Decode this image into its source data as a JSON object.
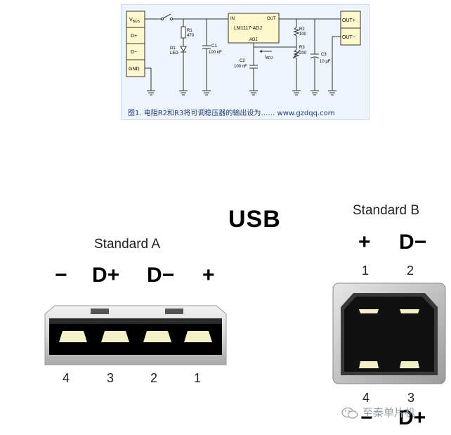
{
  "schematic": {
    "vbus": "V",
    "vbus_sub": "BUS",
    "d_plus": "D+",
    "d_minus": "D−",
    "gnd": "GND",
    "out_plus": "OUT+",
    "out_minus": "OUT−",
    "r1": "R1",
    "r1_val": "470",
    "d1": "D1",
    "d1_val": "LED",
    "c1": "C1",
    "c1_val": "100 nF",
    "ic_in": "IN",
    "ic_out": "OUT",
    "ic_name": "LM1117-ADJ",
    "ic_adj": "ADJ",
    "r2": "R2",
    "r2_val": "100",
    "r3": "R3",
    "r3_val": "200",
    "c2": "C2",
    "c2_val": "100 nF",
    "c3": "C3",
    "c3_val": "10 μF",
    "i_adj": "I",
    "i_adj_sub": "ADJ",
    "caption": "图1. 电阻R2和R3将可调稳压器的输出设为…… www.gzdqq.com"
  },
  "usb_title": "USB",
  "standard_a": {
    "label": "Standard A",
    "pin_symbols": [
      "−",
      "D+",
      "D−",
      "+"
    ],
    "pin_numbers": [
      "4",
      "3",
      "2",
      "1"
    ]
  },
  "standard_b": {
    "label": "Standard B",
    "top_symbols": [
      "+",
      "D−"
    ],
    "top_numbers": [
      "1",
      "2"
    ],
    "bottom_numbers": [
      "4",
      "3"
    ],
    "bottom_symbols": [
      "−",
      "D+"
    ]
  },
  "watermark": "至秦单片机"
}
